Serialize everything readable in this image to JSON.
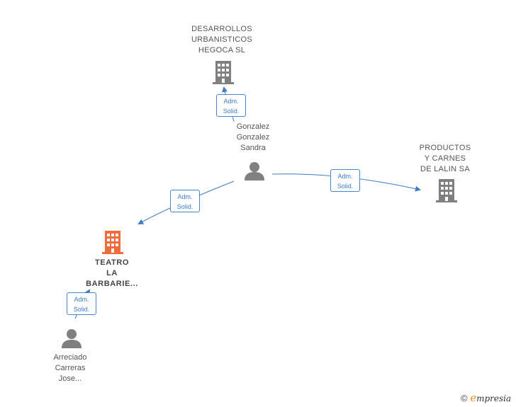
{
  "nodes": {
    "desarrollos": {
      "lines": [
        "DESARROLLOS",
        "URBANISTICOS",
        "HEGOCA SL"
      ],
      "type": "company"
    },
    "gonzalez": {
      "lines": [
        "Gonzalez",
        "Gonzalez",
        "Sandra"
      ],
      "type": "person"
    },
    "productos": {
      "lines": [
        "PRODUCTOS",
        "Y CARNES",
        "DE LALIN SA"
      ],
      "type": "company"
    },
    "teatro": {
      "lines": [
        "TEATRO",
        "LA",
        "BARBARIE..."
      ],
      "type": "company-focus"
    },
    "arreciado": {
      "lines": [
        "Arreciado",
        "Carreras",
        "Jose..."
      ],
      "type": "person"
    }
  },
  "edges": [
    {
      "from": "gonzalez",
      "to": "desarrollos",
      "label": [
        "Adm.",
        "Solid."
      ]
    },
    {
      "from": "gonzalez",
      "to": "productos",
      "label": [
        "Adm.",
        "Solid."
      ]
    },
    {
      "from": "gonzalez",
      "to": "teatro",
      "label": [
        "Adm.",
        "Solid."
      ]
    },
    {
      "from": "arreciado",
      "to": "teatro",
      "label": [
        "Adm.",
        "Solid."
      ]
    }
  ],
  "colors": {
    "edge": "#3d7cc9",
    "company_icon": "#808080",
    "focus_icon": "#f26b3a",
    "person_icon": "#808080"
  },
  "footer": {
    "copyright_symbol": "©",
    "brand_initial": "e",
    "brand_rest": "mpresia"
  }
}
